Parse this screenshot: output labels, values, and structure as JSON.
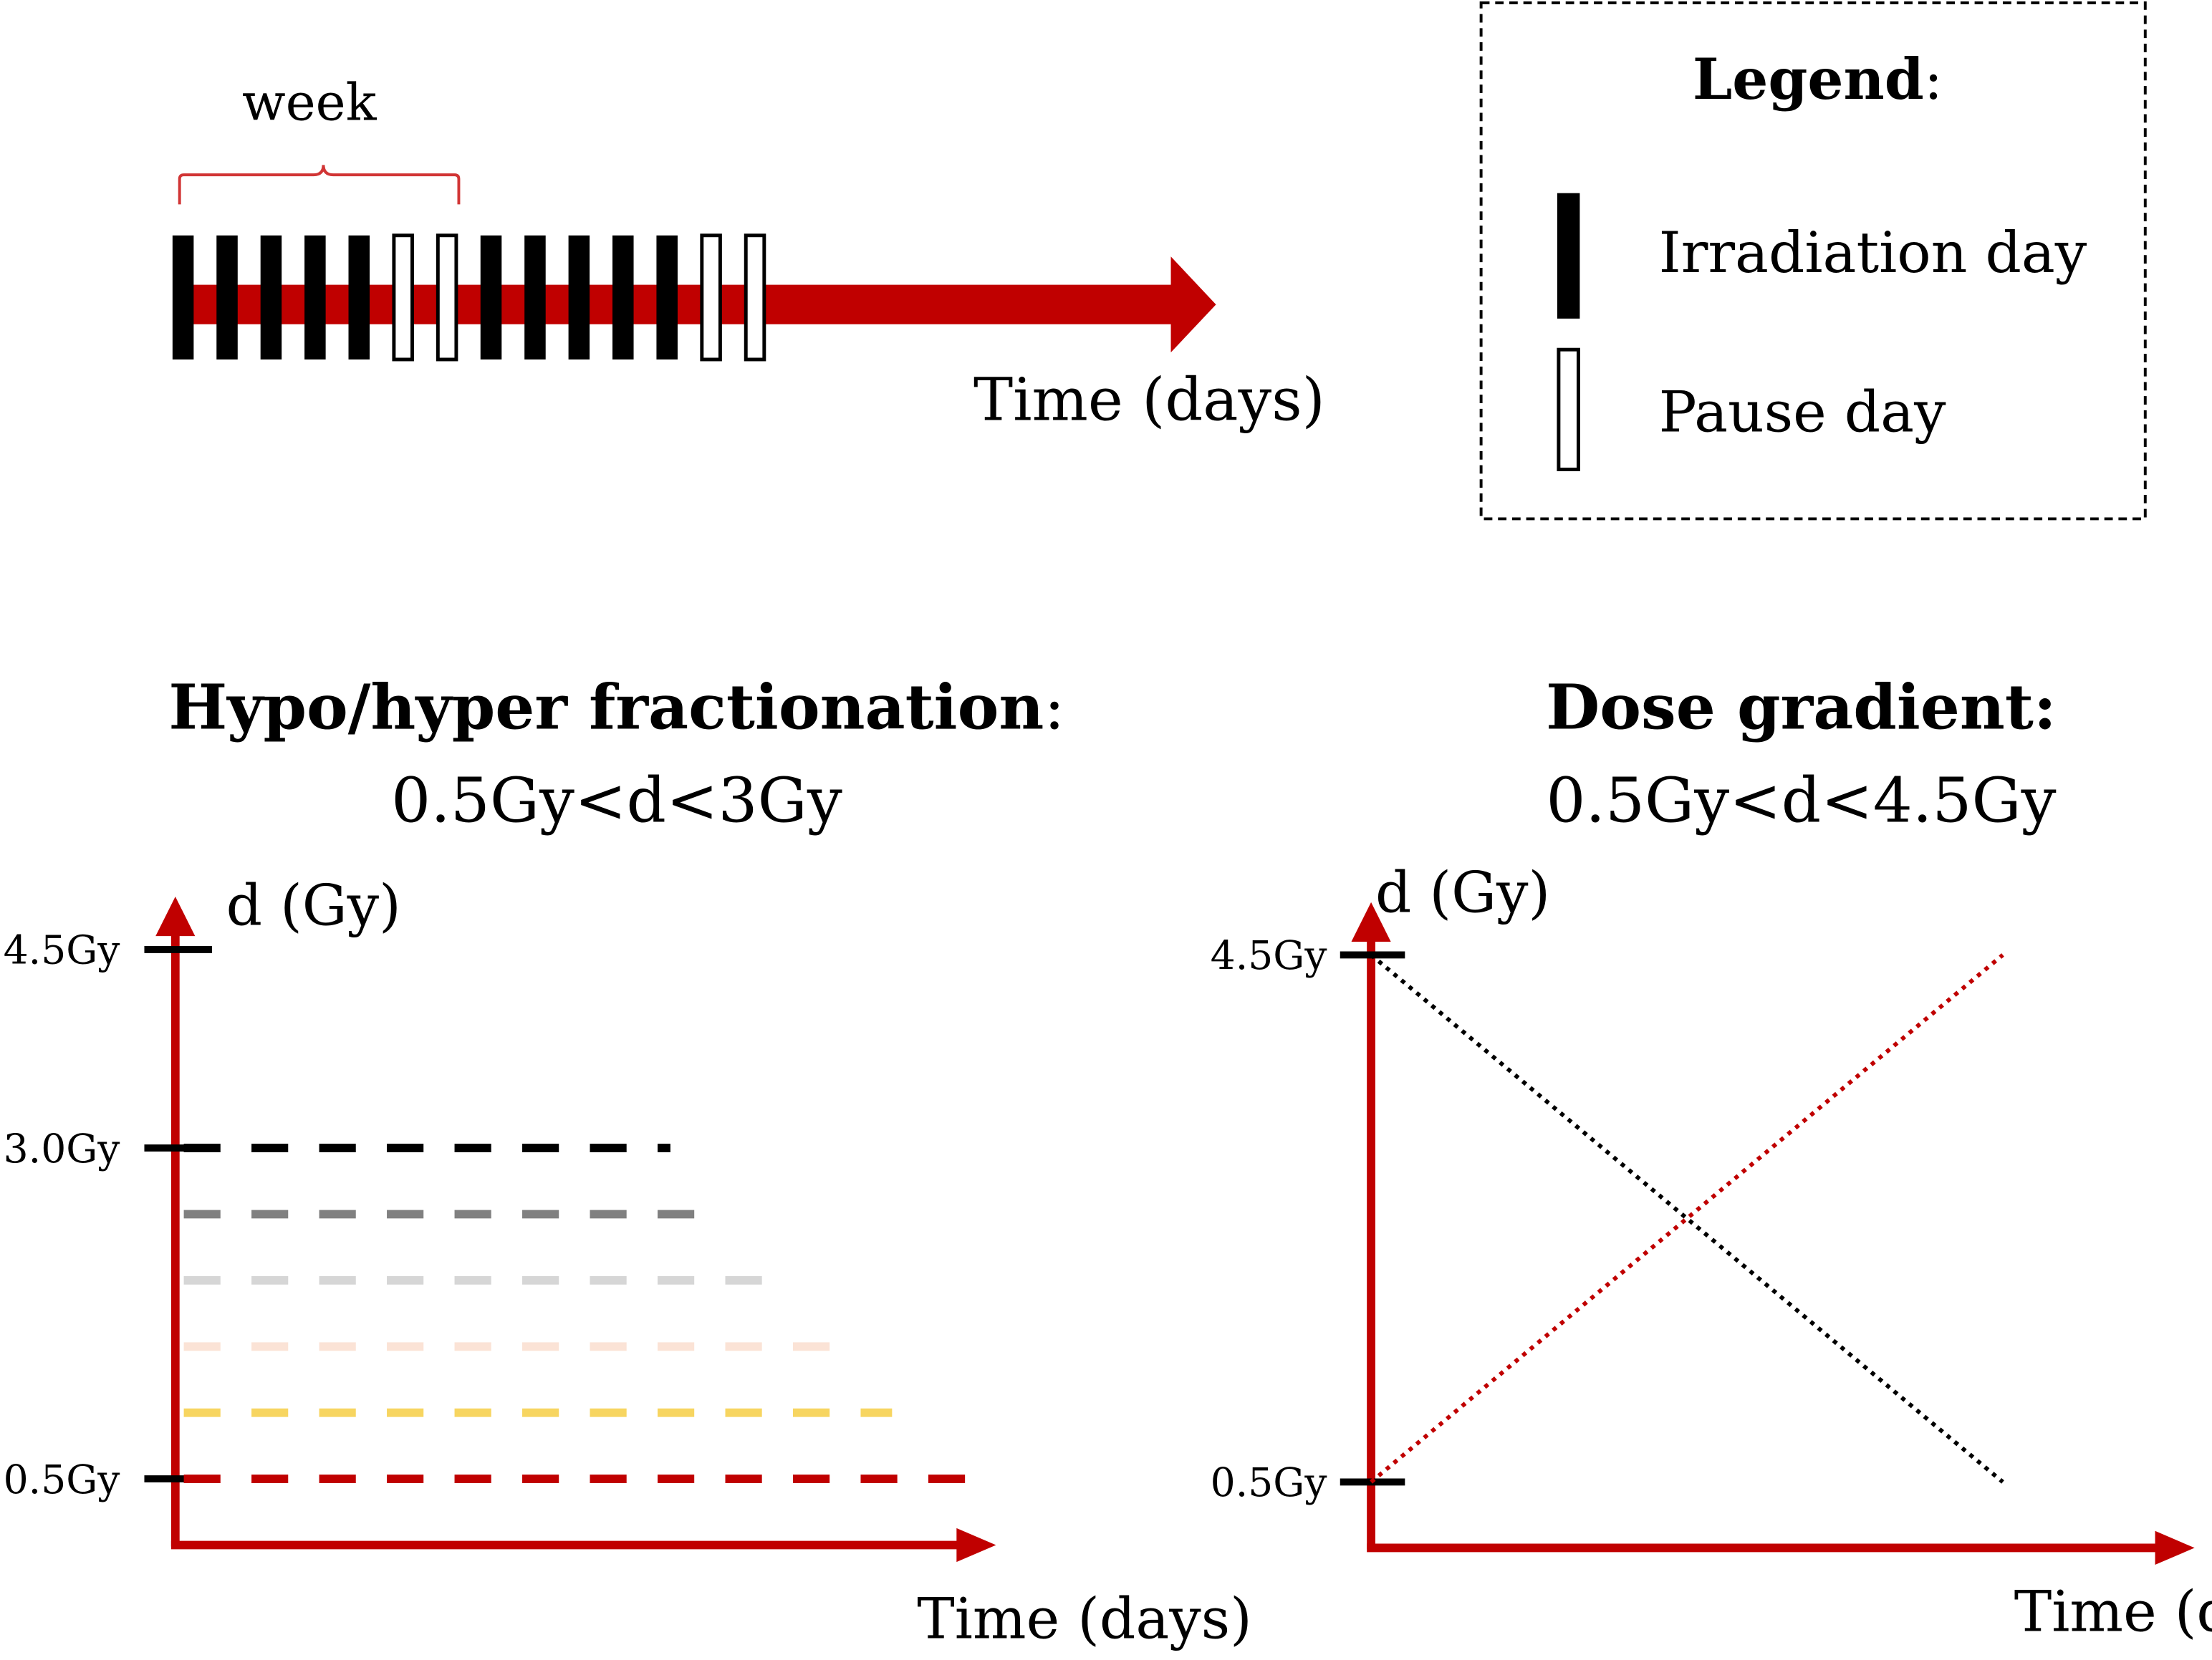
{
  "colors": {
    "red": "#c00000",
    "black": "#000000",
    "levels": [
      "#000000",
      "#808080",
      "#d6d6d6",
      "#fbe3d6",
      "#f7d560",
      "#c00000"
    ]
  },
  "schedule": {
    "week_label": "week",
    "axis_label": "Time (days)",
    "days": [
      "irradiation",
      "irradiation",
      "irradiation",
      "irradiation",
      "irradiation",
      "pause",
      "pause",
      "irradiation",
      "irradiation",
      "irradiation",
      "irradiation",
      "irradiation",
      "pause",
      "pause"
    ]
  },
  "legend": {
    "title": "Legend",
    "colon": ":",
    "items": [
      {
        "label": "Irradiation day",
        "icon": "filled-bar-icon"
      },
      {
        "label": "Pause day",
        "icon": "empty-bar-icon"
      }
    ]
  },
  "panel_left": {
    "title_bold": "Hypo/hyper fractionation",
    "title_colon": ":",
    "subtitle": "0.5Gy<d<3Gy",
    "ylabel": "d (Gy)",
    "xlabel": "Time (days)",
    "ticks": [
      "4.5Gy",
      "3.0Gy",
      "0.5Gy"
    ]
  },
  "panel_right": {
    "title_bold": "Dose gradient:",
    "subtitle": "0.5Gy<d<4.5Gy",
    "ylabel": "d (Gy)",
    "xlabel": "Time (d",
    "ticks": [
      "4.5Gy",
      "0.5Gy"
    ]
  },
  "chart_data": [
    {
      "type": "line",
      "name": "fractionation-levels",
      "x_unit": "days (relative)",
      "ticks": [
        4.5,
        3.0,
        0.5
      ],
      "series": [
        {
          "values": [
            3.0,
            3.0
          ],
          "x": [
            0,
            0.67
          ],
          "color": "#000000"
        },
        {
          "values": [
            2.5,
            2.5
          ],
          "x": [
            0,
            0.74
          ],
          "color": "#808080"
        },
        {
          "values": [
            2.0,
            2.0
          ],
          "x": [
            0,
            0.82
          ],
          "color": "#d6d6d6"
        },
        {
          "values": [
            1.5,
            1.5
          ],
          "x": [
            0,
            0.9
          ],
          "color": "#fbe3d6"
        },
        {
          "values": [
            1.0,
            1.0
          ],
          "x": [
            0,
            0.97
          ],
          "color": "#f7d560"
        },
        {
          "values": [
            0.5,
            0.5
          ],
          "x": [
            0,
            1.07
          ],
          "color": "#c00000"
        }
      ],
      "ylim": [
        0,
        4.9
      ]
    },
    {
      "type": "line",
      "name": "dose-gradient",
      "ticks": [
        4.5,
        0.5
      ],
      "series": [
        {
          "x": [
            0,
            1
          ],
          "values": [
            4.5,
            0.5
          ],
          "color": "#000000",
          "style": "dotted"
        },
        {
          "x": [
            0,
            1
          ],
          "values": [
            0.5,
            4.5
          ],
          "color": "#c00000",
          "style": "dotted"
        }
      ],
      "ylim": [
        0,
        4.9
      ]
    }
  ]
}
